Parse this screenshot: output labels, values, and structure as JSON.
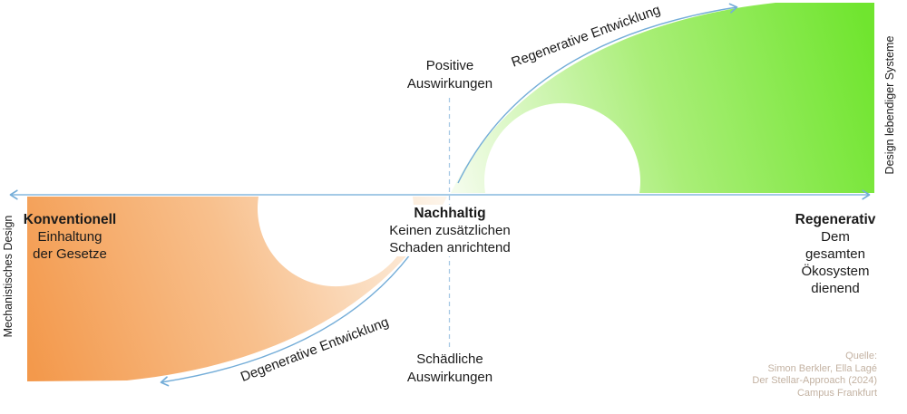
{
  "quadrants": {
    "positive": {
      "line1": "Positive",
      "line2": "Auswirkungen"
    },
    "negative": {
      "line1": "Schädliche",
      "line2": "Auswirkungen"
    },
    "left": {
      "title": "Konventionell",
      "line1": "Einhaltung",
      "line2": "der Gesetze"
    },
    "center": {
      "title": "Nachhaltig",
      "line1": "Keinen zusätzlichen",
      "line2": "Schaden anrichtend"
    },
    "right": {
      "title": "Regenerativ",
      "line1": "Dem gesamten",
      "line2": "Ökosystem dienend"
    }
  },
  "axes": {
    "left_vertical": "Mechanistisches Design",
    "right_vertical": "Design lebendiger Systeme"
  },
  "curves": {
    "regenerative": "Regenerative Entwicklung",
    "degenerative": "Degenerative Entwicklung"
  },
  "source": {
    "heading": "Quelle:",
    "line1": "Simon Berkler, Ella Lagé",
    "line2": "Der Stellar-Approach (2024)",
    "line3": "Campus Frankfurt"
  },
  "colors": {
    "green_start": "#f4fcec",
    "green_mid": "#a9ee77",
    "green_end": "#70e52f",
    "orange_start": "#fdf4e9",
    "orange_mid": "#f8c08d",
    "orange_end": "#f3994c",
    "curve_blue": "#74add8",
    "axis_blue": "#86b8de",
    "dash_blue": "#a7c9e5",
    "text_dark": "#1a1a1a",
    "source_text": "#c3b2a2"
  }
}
